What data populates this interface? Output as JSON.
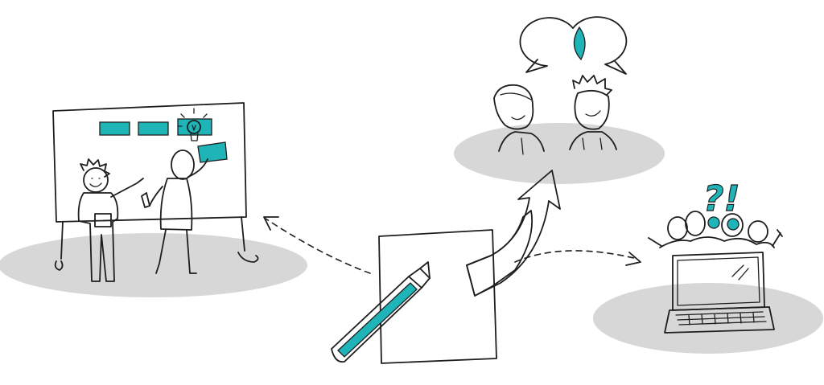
{
  "colors": {
    "accent": "#1fb5b8",
    "shadow": "#d7d7d7",
    "ink": "#1e1e1e",
    "paper": "#ffffff"
  },
  "scenes": [
    {
      "name": "whiteboard-workshop",
      "icons": [
        "whiteboard-icon",
        "person-icon",
        "sticky-note-icon",
        "lightbulb-icon",
        "pencil-icon"
      ]
    },
    {
      "name": "conversation",
      "icons": [
        "speech-bubble-icon",
        "person-icon"
      ]
    },
    {
      "name": "remote-meeting",
      "icons": [
        "laptop-icon",
        "person-icon",
        "question-exclamation-icon"
      ]
    },
    {
      "name": "paper-and-pen",
      "icons": [
        "paper-sheet-icon",
        "pen-icon",
        "curved-arrow-icon"
      ]
    }
  ],
  "remote_meeting": {
    "sign_text": "?!"
  }
}
